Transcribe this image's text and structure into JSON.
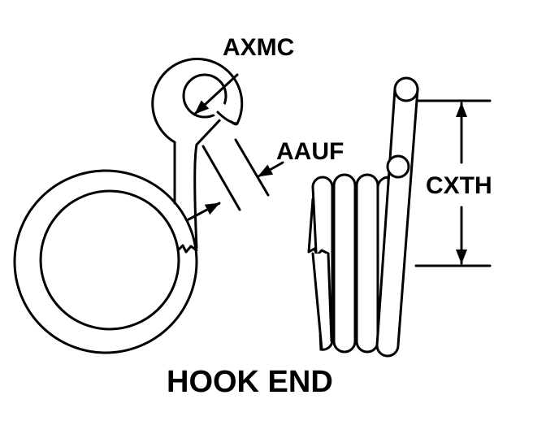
{
  "labels": {
    "axmc": "AXMC",
    "aauf": "AAUF",
    "cxth": "CXTH",
    "title": "HOOK END"
  }
}
